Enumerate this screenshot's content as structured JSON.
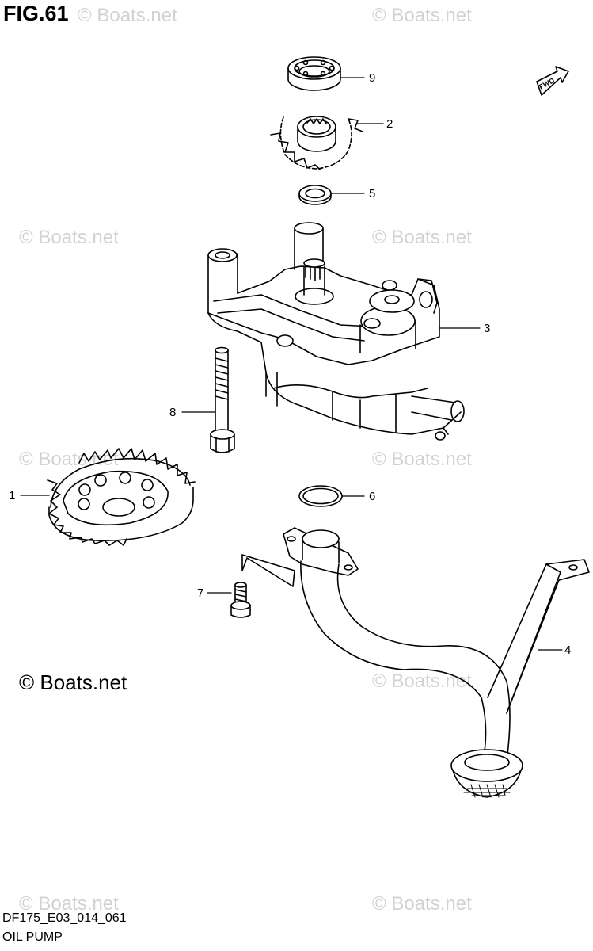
{
  "figure": {
    "title": "FIG.61",
    "code": "DF175_E03_014_061",
    "name": "OIL PUMP",
    "direction_label": "FWD"
  },
  "watermark": {
    "text": "© Boats.net",
    "prominent_text": "© Boats.net"
  },
  "callouts": [
    "9",
    "2",
    "5",
    "3",
    "8",
    "1",
    "6",
    "7",
    "4"
  ],
  "colors": {
    "ink": "#000000",
    "watermark": "#d2d2d2",
    "background": "#ffffff"
  }
}
